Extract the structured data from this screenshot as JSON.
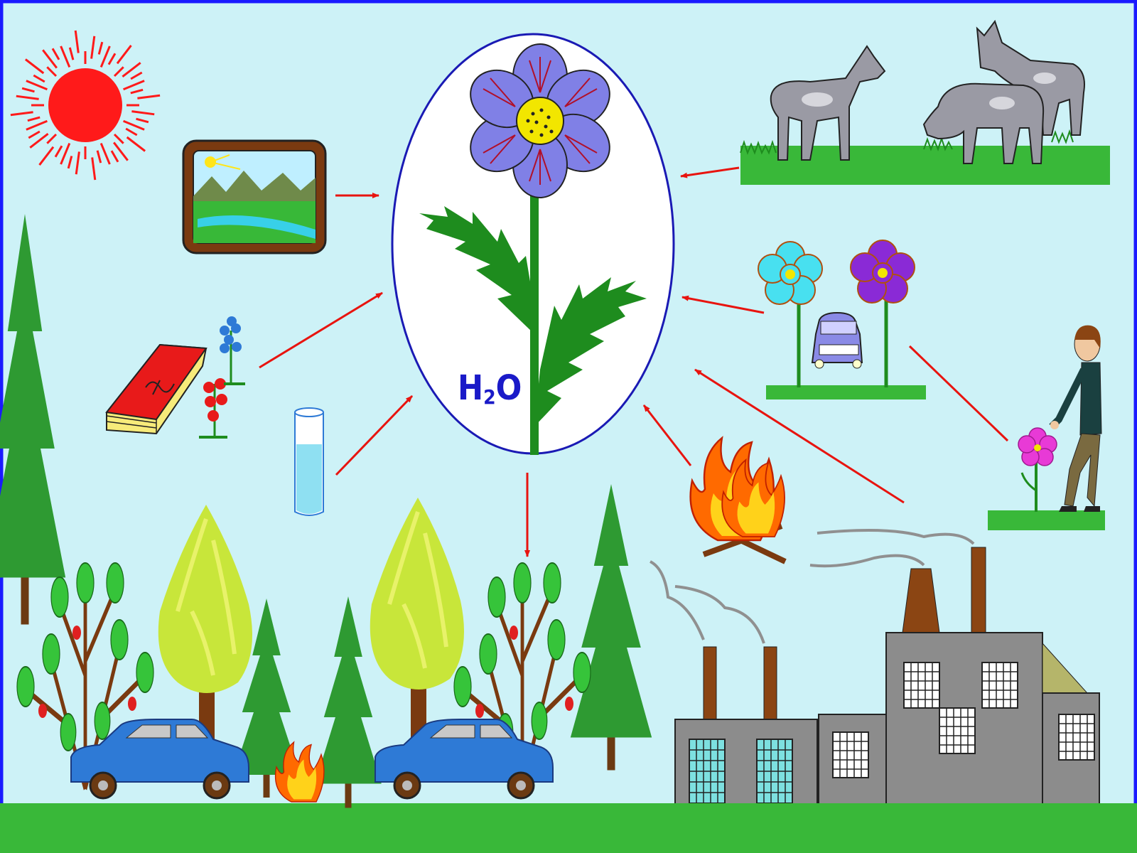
{
  "diagram": {
    "formula": "H2O",
    "formula_base_1": "H",
    "formula_subscript": "2",
    "formula_base_2": "O"
  },
  "colors": {
    "background": "#cdf2f7",
    "border": "#1a1aff",
    "arrow": "#e8140f",
    "center_ellipse_stroke": "#1a1ab4",
    "formula": "#1a1ac8",
    "flower_petal": "#8080e6",
    "flower_center": "#f2e600",
    "stem": "#1e8c1e",
    "sun": "#ff1a1a",
    "car": "#2e7ad6",
    "factory": "#8c8c8c",
    "chimney": "#8b4513",
    "smoke": "#909090"
  },
  "icons": [
    "sun-icon",
    "landscape-picture-icon",
    "book-icon",
    "small-flowers-icon",
    "water-glass-icon",
    "central-flower-icon",
    "horses-icon",
    "flowers-car-icon",
    "person-picking-flower-icon",
    "campfire-icon",
    "factory-icon",
    "forest-icon",
    "car-icon",
    "small-fire-icon"
  ]
}
